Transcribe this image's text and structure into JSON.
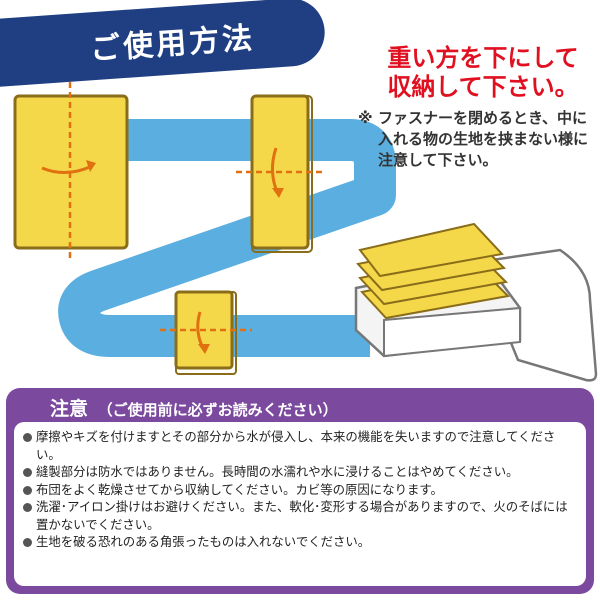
{
  "banner": {
    "title": "ご使用方法"
  },
  "heading": {
    "line1": "重い方を下にして",
    "line2": "収納して下さい。"
  },
  "notice": {
    "mark": "※",
    "text": "ファスナーを閉めるとき、中に入れる物の生地を挟まない様に注意して下さい。"
  },
  "caution": {
    "title": "注意",
    "subtitle": "（ご使用前に必ずお読みください）",
    "items": [
      "摩擦やキズを付けますとその部分から水が侵入し、本来の機能を失いますので注意してください。",
      "縫製部分は防水ではありません。長時間の水濡れや水に浸けることはやめてください。",
      "布団をよく乾燥させてから収納してください。カビ等の原因になります。",
      "洗濯･アイロン掛けはお避けください。また、軟化･変形する場合がありますので、火のそばには置かないでください。",
      "生地を破る恐れのある角張ったものは入れないでください。"
    ]
  },
  "colors": {
    "banner": "#1f3f82",
    "heading": "#e01020",
    "arrow_path": "#5aaee0",
    "futon_fill": "#f5d84a",
    "futon_border": "#8a6d1a",
    "fold_line": "#e07010",
    "caution_frame": "#7b4a9e"
  },
  "icons": [
    "curved-arrow-icon",
    "fold-line-icon",
    "bullet-icon"
  ]
}
